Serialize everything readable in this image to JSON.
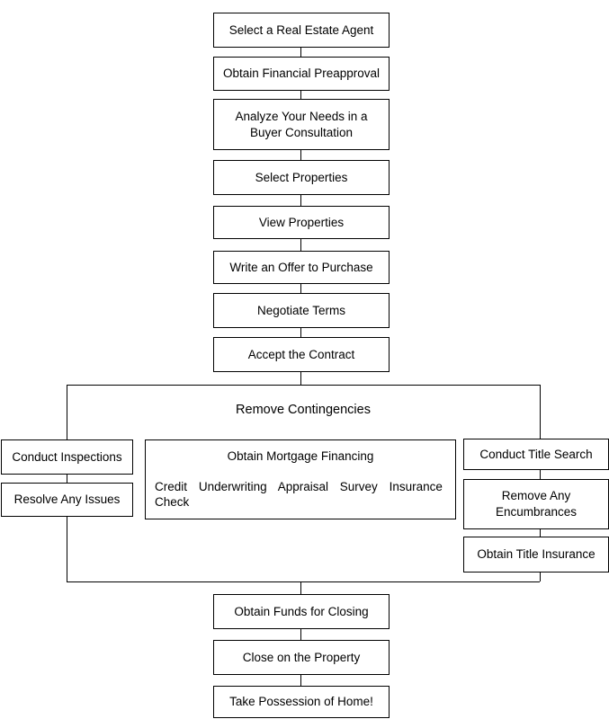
{
  "steps_top": [
    "Select a Real Estate Agent",
    "Obtain Financial Preapproval",
    "Analyze Your Needs in a Buyer Consultation",
    "Select Properties",
    "View Properties",
    "Write an Offer to Purchase",
    "Negotiate Terms",
    "Accept the Contract"
  ],
  "contingencies": {
    "title": "Remove Contingencies",
    "left": [
      "Conduct Inspections",
      "Resolve Any Issues"
    ],
    "mortgage": {
      "title": "Obtain Mortgage Financing",
      "items": [
        "Credit",
        "Underwriting",
        "Appraisal",
        "Survey",
        "Insurance",
        "Check"
      ]
    },
    "right": [
      "Conduct Title Search",
      "Remove Any Encumbrances",
      "Obtain Title Insurance"
    ]
  },
  "steps_bottom": [
    "Obtain Funds for Closing",
    "Close on the Property",
    "Take Possession of Home!"
  ]
}
